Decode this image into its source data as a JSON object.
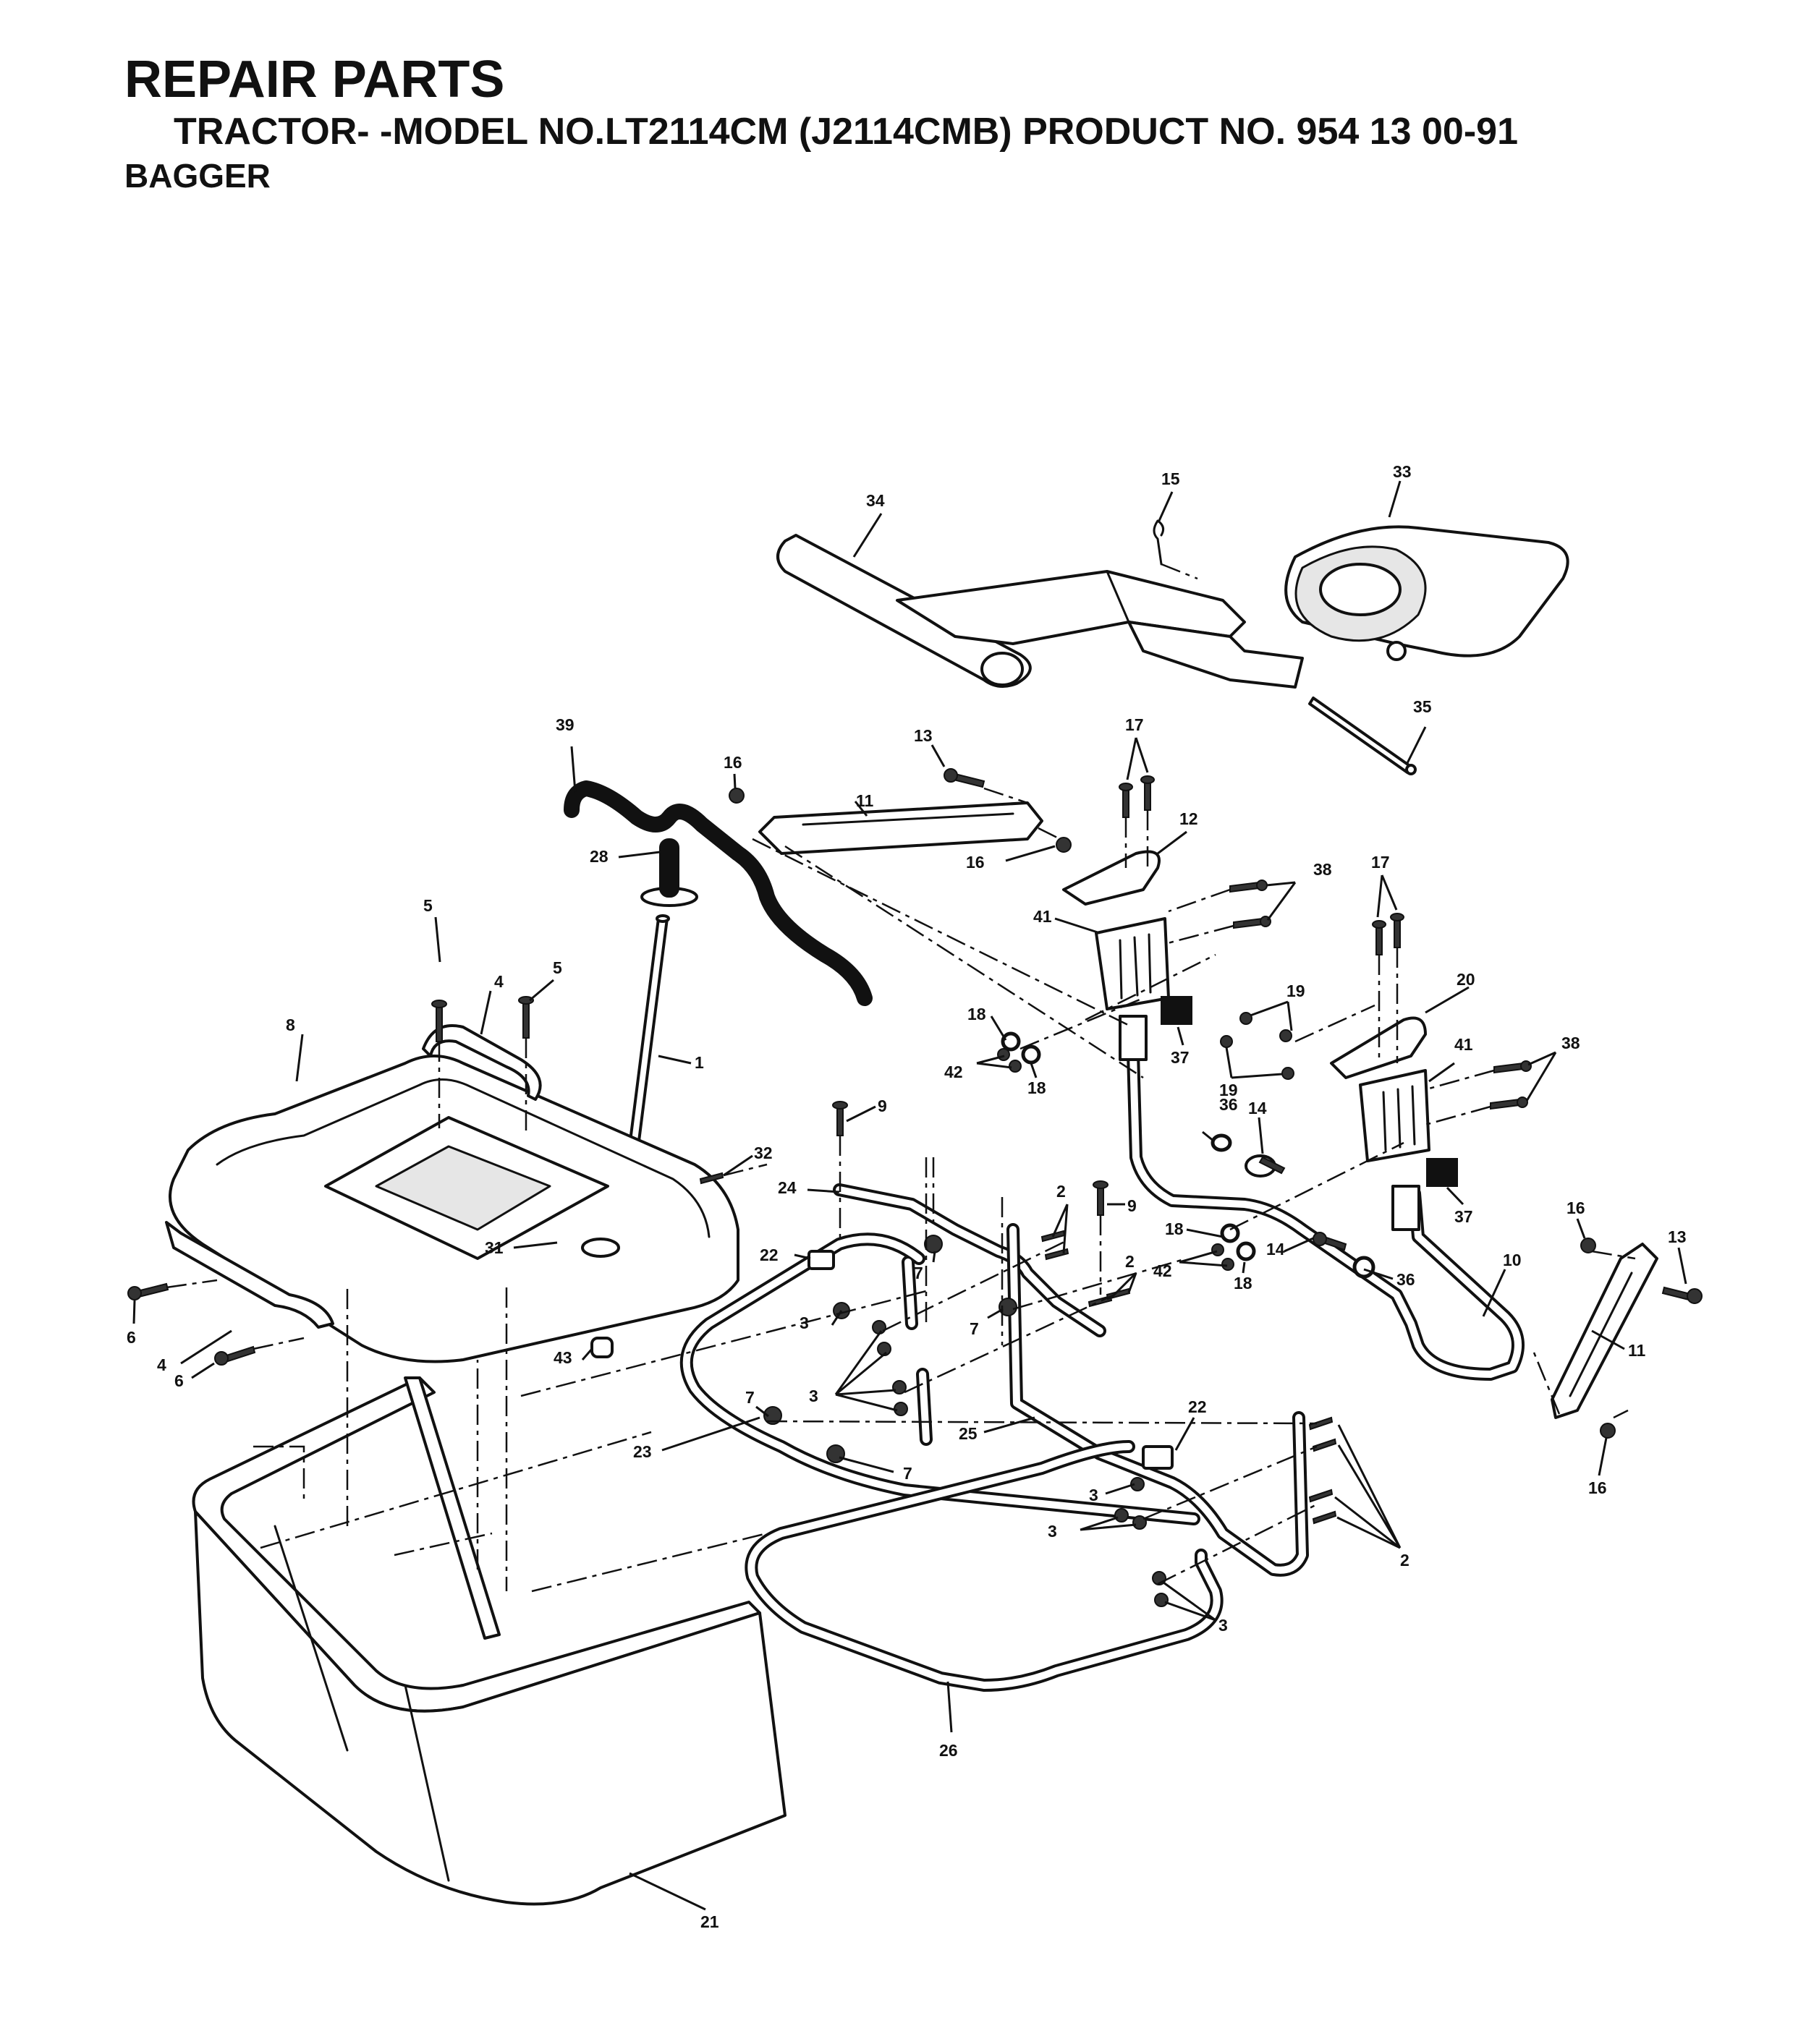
{
  "header": {
    "title": "REPAIR PARTS",
    "subtitle": "TRACTOR- -MODEL NO.LT2114CM (J2114CMB) PRODUCT NO. 954 13 00-91",
    "section": "BAGGER"
  },
  "callouts": [
    {
      "id": "c1",
      "label": "1"
    },
    {
      "id": "c2a",
      "label": "2"
    },
    {
      "id": "c2b",
      "label": "2"
    },
    {
      "id": "c2c",
      "label": "2"
    },
    {
      "id": "c3a",
      "label": "3"
    },
    {
      "id": "c3b",
      "label": "3"
    },
    {
      "id": "c3c",
      "label": "3"
    },
    {
      "id": "c3d",
      "label": "3"
    },
    {
      "id": "c3e",
      "label": "3"
    },
    {
      "id": "c4a",
      "label": "4"
    },
    {
      "id": "c4b",
      "label": "4"
    },
    {
      "id": "c5a",
      "label": "5"
    },
    {
      "id": "c5b",
      "label": "5"
    },
    {
      "id": "c6a",
      "label": "6"
    },
    {
      "id": "c6b",
      "label": "6"
    },
    {
      "id": "c7a",
      "label": "7"
    },
    {
      "id": "c7b",
      "label": "7"
    },
    {
      "id": "c7c",
      "label": "7"
    },
    {
      "id": "c7d",
      "label": "7"
    },
    {
      "id": "c8",
      "label": "8"
    },
    {
      "id": "c9a",
      "label": "9"
    },
    {
      "id": "c9b",
      "label": "9"
    },
    {
      "id": "c10",
      "label": "10"
    },
    {
      "id": "c11a",
      "label": "11"
    },
    {
      "id": "c11b",
      "label": "11"
    },
    {
      "id": "c12",
      "label": "12"
    },
    {
      "id": "c13a",
      "label": "13"
    },
    {
      "id": "c13b",
      "label": "13"
    },
    {
      "id": "c14a",
      "label": "14"
    },
    {
      "id": "c14b",
      "label": "14"
    },
    {
      "id": "c15",
      "label": "15"
    },
    {
      "id": "c16a",
      "label": "16"
    },
    {
      "id": "c16b",
      "label": "16"
    },
    {
      "id": "c16c",
      "label": "16"
    },
    {
      "id": "c16d",
      "label": "16"
    },
    {
      "id": "c17a",
      "label": "17"
    },
    {
      "id": "c17b",
      "label": "17"
    },
    {
      "id": "c18a",
      "label": "18"
    },
    {
      "id": "c18b",
      "label": "18"
    },
    {
      "id": "c18c",
      "label": "18"
    },
    {
      "id": "c18d",
      "label": "18"
    },
    {
      "id": "c19a",
      "label": "19"
    },
    {
      "id": "c19b",
      "label": "19"
    },
    {
      "id": "c20",
      "label": "20"
    },
    {
      "id": "c21",
      "label": "21"
    },
    {
      "id": "c22a",
      "label": "22"
    },
    {
      "id": "c22b",
      "label": "22"
    },
    {
      "id": "c23",
      "label": "23"
    },
    {
      "id": "c24",
      "label": "24"
    },
    {
      "id": "c25",
      "label": "25"
    },
    {
      "id": "c26",
      "label": "26"
    },
    {
      "id": "c28",
      "label": "28"
    },
    {
      "id": "c31",
      "label": "31"
    },
    {
      "id": "c32",
      "label": "32"
    },
    {
      "id": "c33",
      "label": "33"
    },
    {
      "id": "c34",
      "label": "34"
    },
    {
      "id": "c35",
      "label": "35"
    },
    {
      "id": "c36a",
      "label": "36"
    },
    {
      "id": "c36b",
      "label": "36"
    },
    {
      "id": "c37a",
      "label": "37"
    },
    {
      "id": "c37b",
      "label": "37"
    },
    {
      "id": "c38a",
      "label": "38"
    },
    {
      "id": "c38b",
      "label": "38"
    },
    {
      "id": "c39",
      "label": "39"
    },
    {
      "id": "c41a",
      "label": "41"
    },
    {
      "id": "c41b",
      "label": "41"
    },
    {
      "id": "c42a",
      "label": "42"
    },
    {
      "id": "c42b",
      "label": "42"
    },
    {
      "id": "c43",
      "label": "43"
    }
  ]
}
